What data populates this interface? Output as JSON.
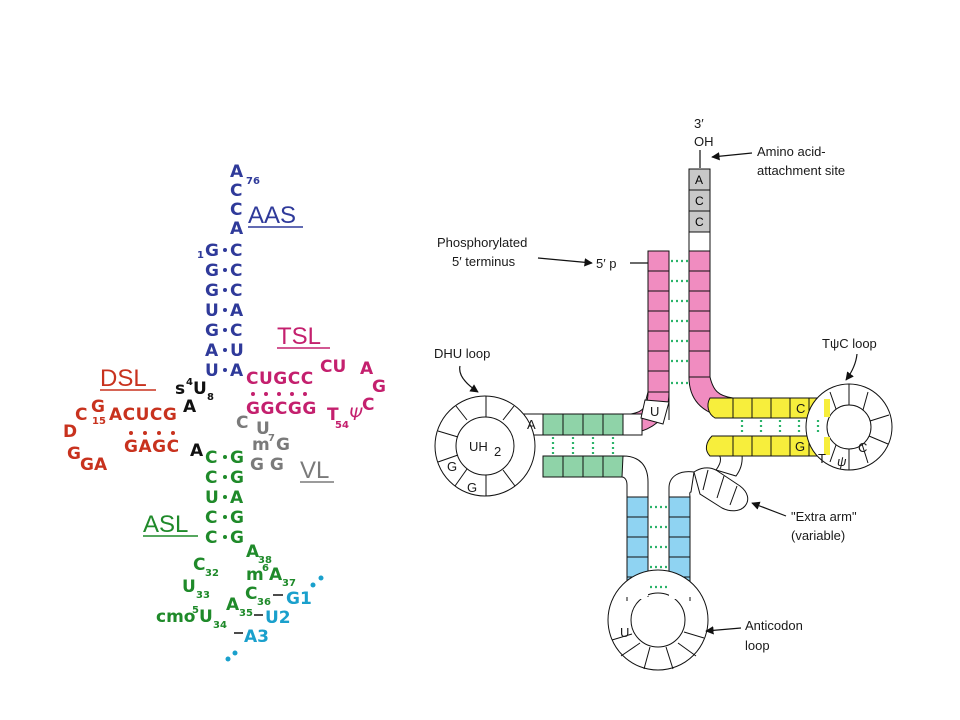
{
  "colors": {
    "aas": "#2f3a9a",
    "tsl": "#c4206e",
    "dsl": "#c8321e",
    "asl": "#1f8a2a",
    "vl": "#7a7a7a",
    "anticodon": "#1aa0cc",
    "pink_box": "#f08cc0",
    "green_box": "#8fd3a8",
    "yellow_box": "#f7ee3c",
    "blue_box": "#8fd3f2",
    "gray_box": "#c8c8c8",
    "dots": "#2bb36a"
  },
  "left": {
    "aas": {
      "label": "AAS",
      "tail": [
        "A",
        "C",
        "C",
        "A"
      ],
      "tail_sub": "76",
      "stem_left": [
        "G",
        "G",
        "G",
        "U",
        "G",
        "A",
        "U"
      ],
      "stem_right": [
        "C",
        "C",
        "C",
        "A",
        "C",
        "U",
        "A"
      ],
      "first_index": "1"
    },
    "s4u": {
      "base": "s",
      "sup": "4",
      "u": "U",
      "sub": "8",
      "a": "A"
    },
    "dsl": {
      "label": "DSL",
      "upper": "ACUCG",
      "lower": "GAGC",
      "loop_c": "C",
      "loop_g": "G",
      "sub15": "15",
      "loop_d": "D",
      "loop_g1": "G",
      "loop_g2": "G",
      "loop_a": "A"
    },
    "tsl": {
      "label": "TSL",
      "upper": "CUGCC",
      "lower": "GGCGG",
      "loop_cu": "CU",
      "loop_a": "A",
      "loop_g": "G",
      "loop_c": "C",
      "t": "T",
      "sub54": "54",
      "psi": "Ψ"
    },
    "vl": {
      "label": "VL",
      "c": "C",
      "u": "U",
      "m7g": "m",
      "sup7": "7",
      "g": "G",
      "gg": "G G"
    },
    "asl": {
      "label": "ASL",
      "a_join": "A",
      "stem_left": [
        "C",
        "C",
        "U",
        "C",
        "C"
      ],
      "stem_right": [
        "G",
        "G",
        "A",
        "G",
        "G"
      ],
      "a38": "A",
      "sub38": "38",
      "c32": "C",
      "sub32": "32",
      "m6a": "m",
      "sup6": "6",
      "a37": "A",
      "sub37": "37",
      "u33": "U",
      "sub33": "33",
      "c36": "C",
      "sub36": "36",
      "a35": "A",
      "sub35": "35",
      "cmo": "cmo",
      "sup5": "5",
      "u34": "U",
      "sub34": "34",
      "g1": "G1",
      "u2": "U2",
      "a3": "A3"
    }
  },
  "right": {
    "three_prime": "3′",
    "oh": "OH",
    "acc": [
      "A",
      "C",
      "C"
    ],
    "amino_label_1": "Amino acid-",
    "amino_label_2": "attachment site",
    "phos_label_1": "Phosphorylated",
    "phos_label_2": "5′ terminus",
    "five_p": "5′ p",
    "dhu_label": "DHU loop",
    "tpsic_label": "TψC loop",
    "uh2": "UH",
    "uh2_sub": "2",
    "dhu_a": "A",
    "dhu_g1": "G",
    "dhu_g2": "G",
    "u_junction": "U",
    "t_c1": "C",
    "t_g": "G",
    "t_t": "T",
    "t_psi": "ψ",
    "t_c2": "C",
    "extra_1": "\"Extra arm\"",
    "extra_2": "(variable)",
    "anticodon_1": "Anticodon",
    "anticodon_2": "loop",
    "anticodon_u": "U"
  }
}
